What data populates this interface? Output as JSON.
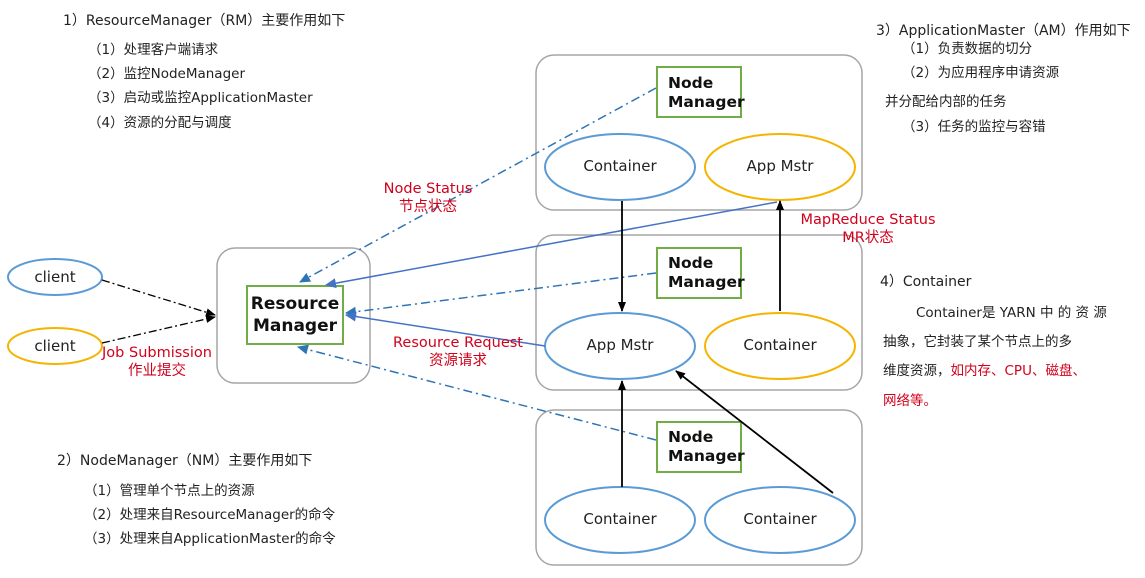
{
  "rm_note": {
    "title": "1）ResourceManager（RM）主要作用如下",
    "items": [
      "（1）处理客户端请求",
      "（2）监控NodeManager",
      "（3）启动或监控ApplicationMaster",
      "（4）资源的分配与调度"
    ]
  },
  "nm_note": {
    "title": "2）NodeManager（NM）主要作用如下",
    "items": [
      "（1）管理单个节点上的资源",
      "（2）处理来自ResourceManager的命令",
      "（3）处理来自ApplicationMaster的命令"
    ]
  },
  "am_note": {
    "title": "3）ApplicationMaster（AM）作用如下",
    "items": [
      "（1）负责数据的切分",
      "（2）为应用程序申请资源",
      "并分配给内部的任务",
      "（3）任务的监控与容错"
    ]
  },
  "container_note": {
    "title": "4）Container",
    "line1": "Container是 YARN 中 的 资 源",
    "line2": "抽象，它封装了某个节点上的多",
    "line3_black": "维度资源，",
    "line3_red": "如内存、CPU、磁盘、",
    "line4_red": "网络等。"
  },
  "clients": [
    "client",
    "client"
  ],
  "resource_manager": {
    "line1": "Resource",
    "line2": "Manager"
  },
  "node_manager": {
    "line1": "Node",
    "line2": "Manager"
  },
  "node1": {
    "left_oval": "Container",
    "right_oval": "App Mstr"
  },
  "node2": {
    "left_oval": "App Mstr",
    "right_oval": "Container"
  },
  "node3": {
    "left_oval": "Container",
    "right_oval": "Container"
  },
  "labels": {
    "job_submission": "Job Submission",
    "job_submission_cn": "作业提交",
    "node_status": "Node Status",
    "node_status_cn": "节点状态",
    "resource_request": "Resource Request",
    "resource_request_cn": "资源请求",
    "mapreduce_status": "MapReduce Status",
    "mapreduce_status_cn": "MR状态"
  },
  "colors": {
    "blue": "#5b9bd5",
    "yellow": "#f4b400",
    "green": "#70ad47",
    "red": "#d0021b",
    "dashdot_blue": "#2e75b6",
    "solid_blue": "#4472c4"
  }
}
